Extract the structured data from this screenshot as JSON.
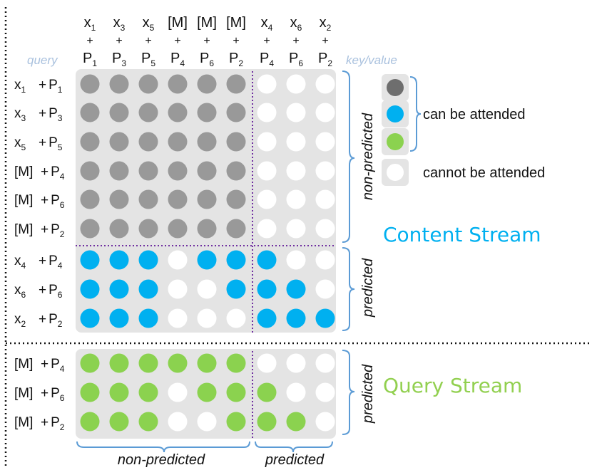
{
  "colors": {
    "panel": "#e4e4e4",
    "gray": "#999999",
    "blue": "#00b0f0",
    "green": "#8bd24f",
    "empty": "#ffffff",
    "legend_dark": "#6e6e6e",
    "brace": "#5b9bd5",
    "purple_divider": "#7030a0",
    "content_stream": "#00b0f0",
    "query_stream": "#92d050",
    "corner_labels": "#a9c1de"
  },
  "header": {
    "query_label": "query",
    "key_value_label": "key/value",
    "columns": [
      {
        "x": "x",
        "x_sub": "1",
        "p": "P",
        "p_sub": "1"
      },
      {
        "x": "x",
        "x_sub": "3",
        "p": "P",
        "p_sub": "3"
      },
      {
        "x": "x",
        "x_sub": "5",
        "p": "P",
        "p_sub": "5"
      },
      {
        "x": "[M]",
        "x_sub": "",
        "p": "P",
        "p_sub": "4"
      },
      {
        "x": "[M]",
        "x_sub": "",
        "p": "P",
        "p_sub": "6"
      },
      {
        "x": "[M]",
        "x_sub": "",
        "p": "P",
        "p_sub": "2"
      },
      {
        "x": "x",
        "x_sub": "4",
        "p": "P",
        "p_sub": "4"
      },
      {
        "x": "x",
        "x_sub": "6",
        "p": "P",
        "p_sub": "6"
      },
      {
        "x": "x",
        "x_sub": "2",
        "p": "P",
        "p_sub": "2"
      }
    ],
    "plus": "+"
  },
  "content_stream": {
    "label": "Content Stream",
    "brace_non_predicted": "non-predicted",
    "brace_predicted": "predicted",
    "rows": [
      {
        "tok": "x",
        "tok_sub": "1",
        "p": "P",
        "p_sub": "1",
        "cells": [
          "gray",
          "gray",
          "gray",
          "gray",
          "gray",
          "gray",
          "empty",
          "empty",
          "empty"
        ]
      },
      {
        "tok": "x",
        "tok_sub": "3",
        "p": "P",
        "p_sub": "3",
        "cells": [
          "gray",
          "gray",
          "gray",
          "gray",
          "gray",
          "gray",
          "empty",
          "empty",
          "empty"
        ]
      },
      {
        "tok": "x",
        "tok_sub": "5",
        "p": "P",
        "p_sub": "5",
        "cells": [
          "gray",
          "gray",
          "gray",
          "gray",
          "gray",
          "gray",
          "empty",
          "empty",
          "empty"
        ]
      },
      {
        "tok": "[M]",
        "tok_sub": "",
        "p": "P",
        "p_sub": "4",
        "cells": [
          "gray",
          "gray",
          "gray",
          "gray",
          "gray",
          "gray",
          "empty",
          "empty",
          "empty"
        ]
      },
      {
        "tok": "[M]",
        "tok_sub": "",
        "p": "P",
        "p_sub": "6",
        "cells": [
          "gray",
          "gray",
          "gray",
          "gray",
          "gray",
          "gray",
          "empty",
          "empty",
          "empty"
        ]
      },
      {
        "tok": "[M]",
        "tok_sub": "",
        "p": "P",
        "p_sub": "2",
        "cells": [
          "gray",
          "gray",
          "gray",
          "gray",
          "gray",
          "gray",
          "empty",
          "empty",
          "empty"
        ]
      },
      {
        "tok": "x",
        "tok_sub": "4",
        "p": "P",
        "p_sub": "4",
        "cells": [
          "blue",
          "blue",
          "blue",
          "empty",
          "blue",
          "blue",
          "blue",
          "empty",
          "empty"
        ]
      },
      {
        "tok": "x",
        "tok_sub": "6",
        "p": "P",
        "p_sub": "6",
        "cells": [
          "blue",
          "blue",
          "blue",
          "empty",
          "empty",
          "blue",
          "blue",
          "blue",
          "empty"
        ]
      },
      {
        "tok": "x",
        "tok_sub": "2",
        "p": "P",
        "p_sub": "2",
        "cells": [
          "blue",
          "blue",
          "blue",
          "empty",
          "empty",
          "empty",
          "blue",
          "blue",
          "blue"
        ]
      }
    ]
  },
  "query_stream": {
    "label": "Query Stream",
    "brace_predicted": "predicted",
    "rows": [
      {
        "tok": "[M]",
        "tok_sub": "",
        "p": "P",
        "p_sub": "4",
        "cells": [
          "green",
          "green",
          "green",
          "green",
          "green",
          "green",
          "empty",
          "empty",
          "empty"
        ]
      },
      {
        "tok": "[M]",
        "tok_sub": "",
        "p": "P",
        "p_sub": "6",
        "cells": [
          "green",
          "green",
          "green",
          "empty",
          "green",
          "green",
          "green",
          "empty",
          "empty"
        ]
      },
      {
        "tok": "[M]",
        "tok_sub": "",
        "p": "P",
        "p_sub": "2",
        "cells": [
          "green",
          "green",
          "green",
          "empty",
          "empty",
          "green",
          "green",
          "green",
          "empty"
        ]
      }
    ]
  },
  "bottom": {
    "non_predicted": "non-predicted",
    "predicted": "predicted"
  },
  "legend": {
    "can_be_attended": "can be attended",
    "cannot_be_attended": "cannot be attended",
    "swatches": [
      "legend_dark",
      "blue",
      "green",
      "empty"
    ]
  }
}
